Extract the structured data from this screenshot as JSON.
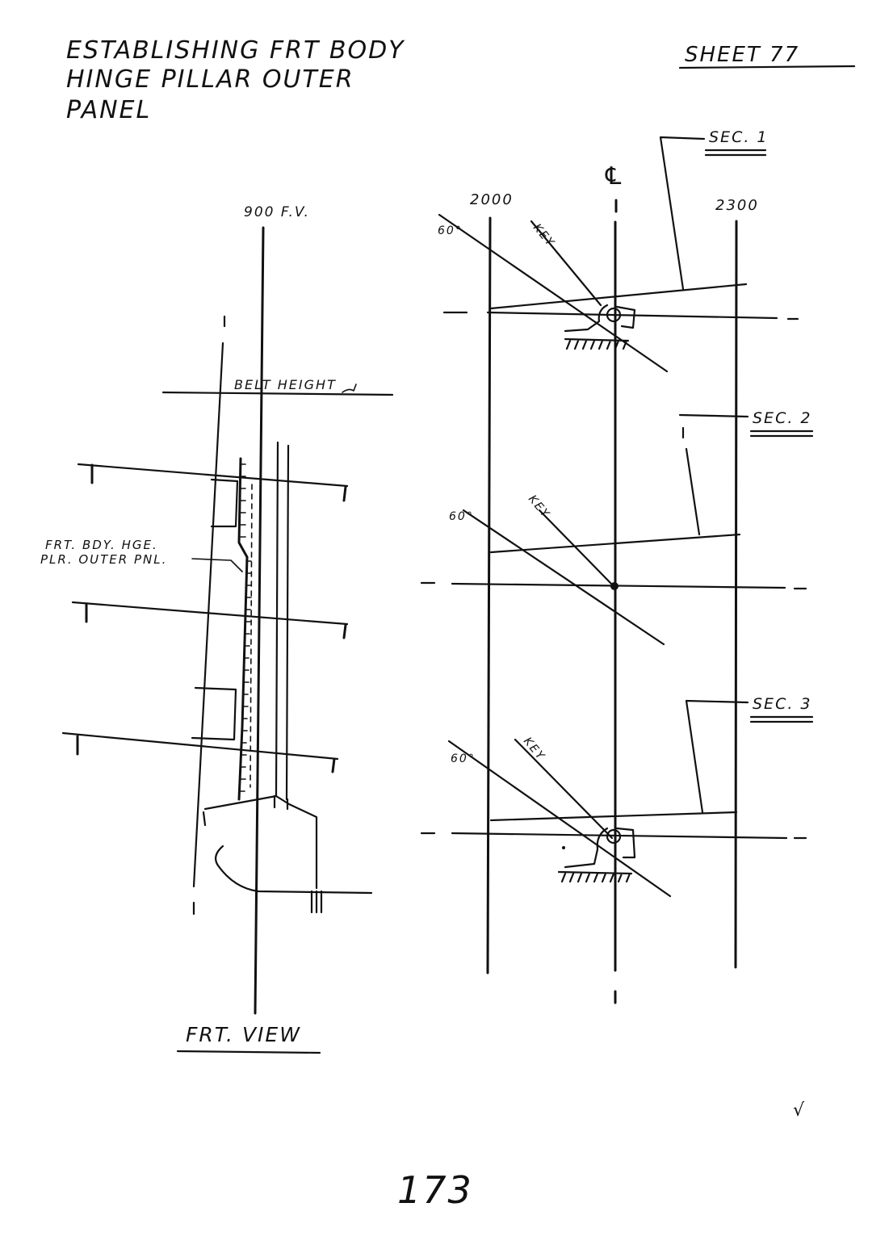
{
  "title": {
    "line1": "ESTABLISHING FRT BODY",
    "line2": "HINGE PILLAR OUTER",
    "line3": "PANEL"
  },
  "sheet_label": "SHEET 77",
  "front_view": {
    "fv_label": "900 F.V.",
    "belt_label": "BELT HEIGHT",
    "panel_label_1": "FRT. BDY. HGE.",
    "panel_label_2": "PLR. OUTER PNL.",
    "caption": "FRT. VIEW"
  },
  "sections": {
    "centerline_symbol": "℄",
    "grid_left": "2000",
    "grid_right": "2300",
    "angle_label": "60°",
    "key_label": "KEY",
    "sec1": "SEC. 1",
    "sec2": "SEC. 2",
    "sec3": "SEC. 3"
  },
  "page_number": "173",
  "check_mark": "√"
}
